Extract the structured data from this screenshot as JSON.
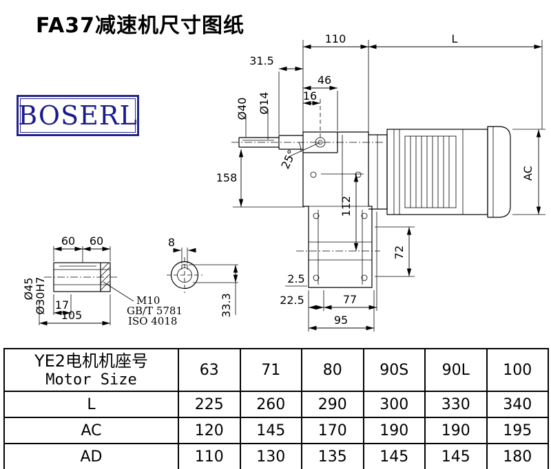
{
  "page": {
    "title": "FA37减速机尺寸图纸"
  },
  "logo": {
    "text": "BOSERL",
    "color": "#1b1b8f"
  },
  "drawing": {
    "dims": {
      "d110": "110",
      "dL": "L",
      "d31_5": "31.5",
      "d46": "46",
      "d16": "16",
      "d40": "Ø40",
      "d14": "Ø14",
      "d25": "25°",
      "d158": "158",
      "d112": "112",
      "dAC": "AC",
      "d72": "72",
      "d2_5": "2.5",
      "d22_5": "22.5",
      "d77": "77",
      "d95": "95",
      "d60a": "60",
      "d60b": "60",
      "d8": "8",
      "d45": "Ø45",
      "d30H7": "Ø30H7",
      "d17": "17",
      "d105": "105",
      "d33_3": "33.3",
      "m10": "M10",
      "gbt": "GB/T 5781",
      "iso": "ISO 4018"
    }
  },
  "table": {
    "header": {
      "zh": "YE2电机机座号",
      "en": "Motor Size"
    },
    "columns": [
      "63",
      "71",
      "80",
      "90S",
      "90L",
      "100"
    ],
    "rows": [
      {
        "label": "L",
        "values": [
          "225",
          "260",
          "290",
          "300",
          "330",
          "340"
        ]
      },
      {
        "label": "AC",
        "values": [
          "120",
          "145",
          "170",
          "190",
          "190",
          "195"
        ]
      },
      {
        "label": "AD",
        "values": [
          "110",
          "130",
          "135",
          "145",
          "145",
          "180"
        ]
      }
    ]
  }
}
